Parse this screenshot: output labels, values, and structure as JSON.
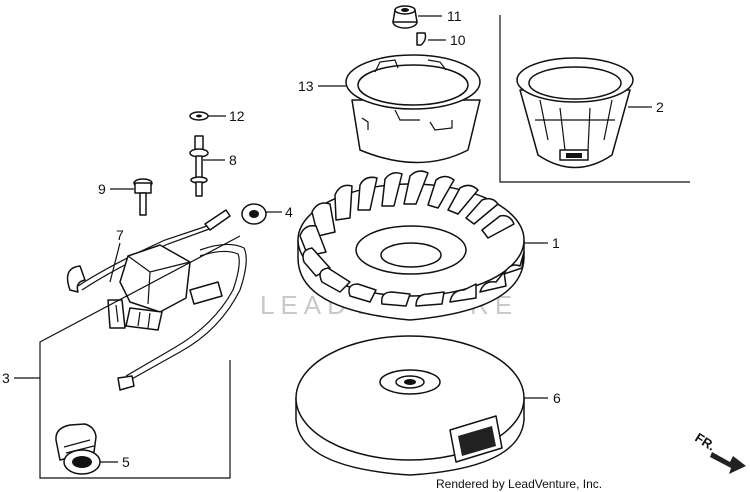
{
  "callouts": [
    {
      "id": "11",
      "label": "11"
    },
    {
      "id": "10",
      "label": "10"
    },
    {
      "id": "13",
      "label": "13"
    },
    {
      "id": "2",
      "label": "2"
    },
    {
      "id": "12",
      "label": "12"
    },
    {
      "id": "8",
      "label": "8"
    },
    {
      "id": "9",
      "label": "9"
    },
    {
      "id": "4",
      "label": "4"
    },
    {
      "id": "7",
      "label": "7"
    },
    {
      "id": "1",
      "label": "1"
    },
    {
      "id": "3",
      "label": "3"
    },
    {
      "id": "6",
      "label": "6"
    },
    {
      "id": "5",
      "label": "5"
    }
  ],
  "direction_marker": "FR.",
  "watermark": "LEADVENTURE",
  "credit": "Rendered by LeadVenture, Inc."
}
